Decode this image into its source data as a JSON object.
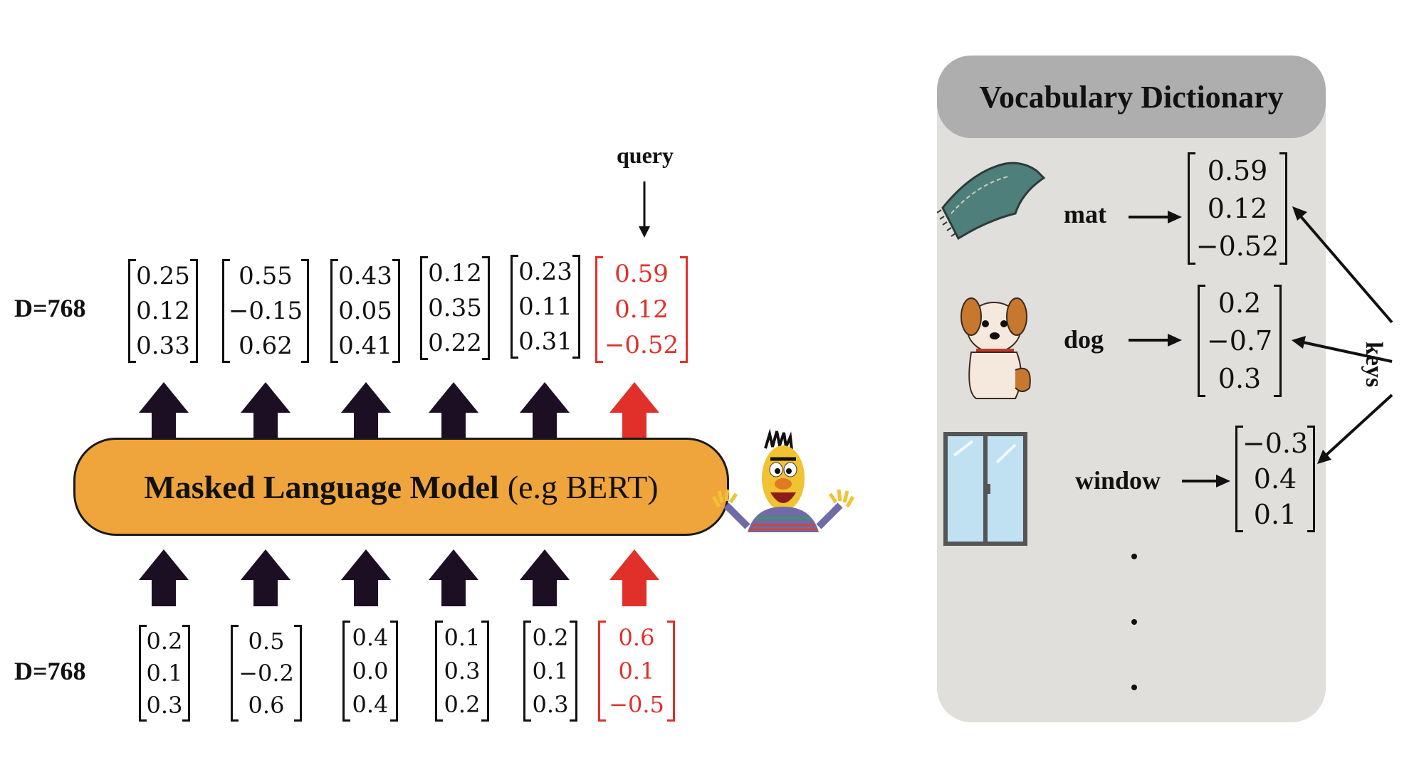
{
  "model": {
    "title_bold": "Masked Language Model",
    "title_rest": "(e.g BERT)"
  },
  "labels": {
    "top_dimension": "D=768",
    "bottom_dimension": "D=768",
    "query": "query",
    "keys": "keys"
  },
  "output_vectors": [
    {
      "values": [
        "0.25",
        "0.12",
        "0.33"
      ],
      "highlight": false
    },
    {
      "values": [
        "0.55",
        "−0.15",
        "0.62"
      ],
      "highlight": false
    },
    {
      "values": [
        "0.43",
        "0.05",
        "0.41"
      ],
      "highlight": false
    },
    {
      "values": [
        "0.12",
        "0.35",
        "0.22"
      ],
      "highlight": false
    },
    {
      "values": [
        "0.23",
        "0.11",
        "0.31"
      ],
      "highlight": false
    },
    {
      "values": [
        "0.59",
        "0.12",
        "−0.52"
      ],
      "highlight": true
    }
  ],
  "input_vectors": [
    {
      "values": [
        "0.2",
        "0.1",
        "0.3"
      ],
      "highlight": false
    },
    {
      "values": [
        "0.5",
        "−0.2",
        "0.6"
      ],
      "highlight": false
    },
    {
      "values": [
        "0.4",
        "0.0",
        "0.4"
      ],
      "highlight": false
    },
    {
      "values": [
        "0.1",
        "0.3",
        "0.2"
      ],
      "highlight": false
    },
    {
      "values": [
        "0.2",
        "0.1",
        "0.3"
      ],
      "highlight": false
    },
    {
      "values": [
        "0.6",
        "0.1",
        "−0.5"
      ],
      "highlight": true
    }
  ],
  "vocabulary": {
    "title": "Vocabulary Dictionary",
    "entries": [
      {
        "word": "mat",
        "icon": "mat-icon",
        "values": [
          "0.59",
          "0.12",
          "−0.52"
        ]
      },
      {
        "word": "dog",
        "icon": "dog-icon",
        "values": [
          "0.2",
          "−0.7",
          "0.3"
        ]
      },
      {
        "word": "window",
        "icon": "window-icon",
        "values": [
          "−0.3",
          "0.4",
          "0.1"
        ]
      }
    ]
  },
  "colors": {
    "highlight": "#e1302a",
    "arrow": "#1c0f24",
    "model_fill": "#efa53b",
    "panel_bg": "#e0dfdb",
    "panel_header": "#aeaeae"
  }
}
